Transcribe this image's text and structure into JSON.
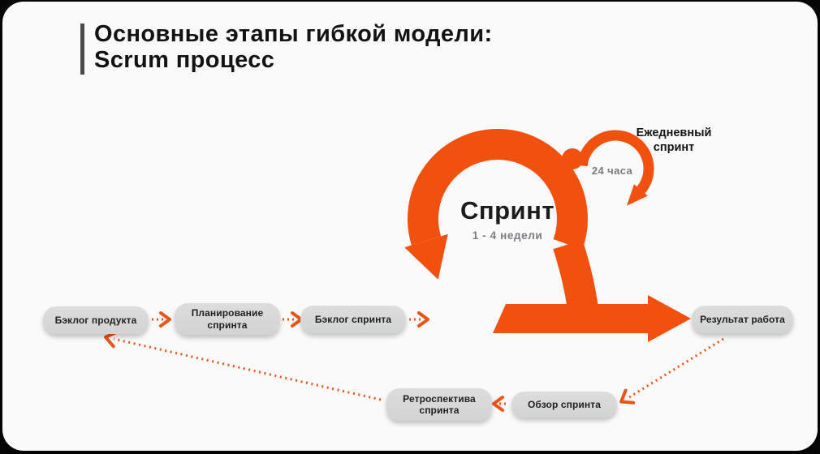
{
  "header": {
    "title_line1": "Основные этапы гибкой модели:",
    "title_line2": "Scrum процесс"
  },
  "sprint_cycle": {
    "label": "Спринт",
    "duration": "1 - 4 недели"
  },
  "daily_sprint": {
    "label": "Ежедневный спринт",
    "duration": "24 часа"
  },
  "flow": {
    "boxes": [
      {
        "id": "product-backlog",
        "label": "Бэклог продукта"
      },
      {
        "id": "sprint-planning",
        "label": "Планирование спринта"
      },
      {
        "id": "sprint-backlog",
        "label": "Бэклог спринта"
      },
      {
        "id": "work-result",
        "label": "Результат работа"
      },
      {
        "id": "sprint-review",
        "label": "Обзор спринта"
      },
      {
        "id": "sprint-retrospective",
        "label": "Ретроспектива спринта"
      }
    ]
  },
  "colors": {
    "orange": "#F2500E",
    "dotted_arrow": "#EB5418",
    "pill_background": "#D6D7D8",
    "pill_text": "#1F1F1F",
    "muted_text": "#7B7E80",
    "title_text": "#131313",
    "accent_bar": "#4B4B4B",
    "card_background": "#FAFAFA",
    "page_background": "#060606"
  }
}
